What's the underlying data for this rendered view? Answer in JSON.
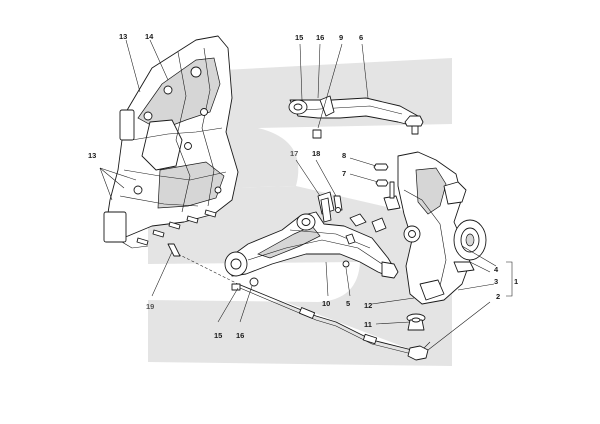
{
  "colors": {
    "background": "#ffffff",
    "watermark": "#e4e4e4",
    "line": "#1a1a1a",
    "callout_text": "#1a1a1a",
    "callout_text_muted": "#555555"
  },
  "watermark": {
    "name": "prancing-s-watermark"
  },
  "callouts": {
    "c1": "1",
    "c2": "2",
    "c3": "3",
    "c4": "4",
    "c5_upper": "5",
    "c6": "6",
    "c7": "7",
    "c8": "8",
    "c9": "9",
    "c10": "10",
    "c11": "11",
    "c12": "12",
    "c13_top": "13",
    "c13_left": "13",
    "c14": "14",
    "c15_top": "15",
    "c15_bottom": "15",
    "c16_top": "16",
    "c16_bottom": "16",
    "c17": "17",
    "c18": "18",
    "c19": "19"
  }
}
